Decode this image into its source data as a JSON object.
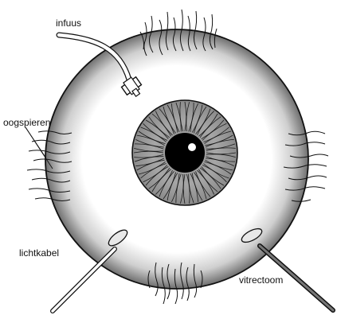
{
  "labels": {
    "infuus": "infuus",
    "oogspieren": "oogspieren",
    "lichtkabel": "lichtkabel",
    "vitrectoom": "vitrectoom"
  },
  "colors": {
    "outline": "#111111",
    "sclera_shade": "#7a7a7a",
    "iris_fill": "#9c9c9c",
    "pupil": "#000000",
    "background": "#ffffff"
  }
}
